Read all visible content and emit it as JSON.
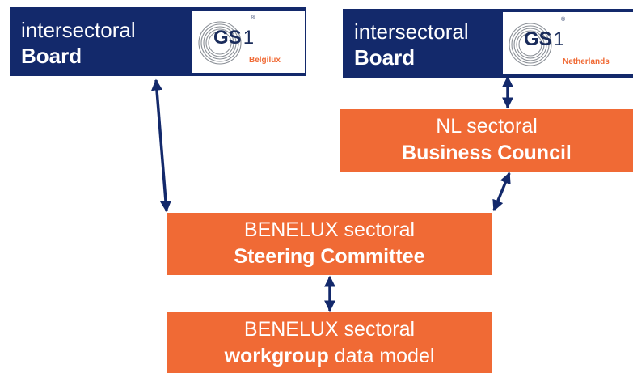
{
  "colors": {
    "navy": "#13296b",
    "orange": "#f06a35",
    "arrow": "#13296b"
  },
  "boards": [
    {
      "line1": "intersectoral",
      "line2": "Board",
      "logo_text": "GS",
      "logo_digit": "1",
      "logo_reg": "®",
      "region": "Belgilux"
    },
    {
      "line1": "intersectoral",
      "line2": "Board",
      "logo_text": "GS",
      "logo_digit": "1",
      "logo_reg": "®",
      "region": "Netherlands"
    }
  ],
  "nl_council": {
    "line1": "NL sectoral",
    "line2": "Business Council"
  },
  "steering": {
    "line1": "BENELUX sectoral",
    "line2": "Steering Committee"
  },
  "workgroup": {
    "line1": "BENELUX sectoral",
    "line2_bold": "workgroup",
    "line2_rest": " data model"
  },
  "icons": {
    "logo": "gs1-logo-icon",
    "connector": "double-arrow-icon"
  }
}
